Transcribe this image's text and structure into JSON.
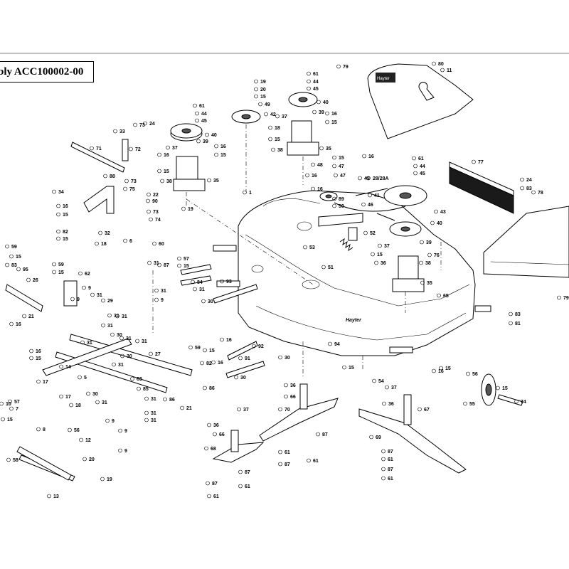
{
  "title": "bly ACC100002-00",
  "logo_text": "Hayter",
  "deck_badge_text": "Hayter",
  "labels": [
    {
      "id": "79a",
      "text": "79"
    },
    {
      "id": "80",
      "text": "80"
    },
    {
      "id": "11",
      "text": "11"
    },
    {
      "id": "19a",
      "text": "19"
    },
    {
      "id": "20a",
      "text": "20"
    },
    {
      "id": "15a",
      "text": "15"
    },
    {
      "id": "49a",
      "text": "49"
    },
    {
      "id": "42",
      "text": "42"
    },
    {
      "id": "61a",
      "text": "61"
    },
    {
      "id": "44a",
      "text": "44"
    },
    {
      "id": "45a",
      "text": "45"
    },
    {
      "id": "40a",
      "text": "40"
    },
    {
      "id": "37a",
      "text": "37"
    },
    {
      "id": "39a",
      "text": "39"
    },
    {
      "id": "16a",
      "text": "16"
    },
    {
      "id": "15b",
      "text": "15"
    },
    {
      "id": "18a",
      "text": "18"
    },
    {
      "id": "15c",
      "text": "15"
    },
    {
      "id": "38a",
      "text": "38"
    },
    {
      "id": "35a",
      "text": "35"
    },
    {
      "id": "61b",
      "text": "61"
    },
    {
      "id": "44b",
      "text": "44"
    },
    {
      "id": "45b",
      "text": "45"
    },
    {
      "id": "40b",
      "text": "40"
    },
    {
      "id": "37b",
      "text": "37"
    },
    {
      "id": "39b",
      "text": "39"
    },
    {
      "id": "16b",
      "text": "16"
    },
    {
      "id": "15d",
      "text": "15"
    },
    {
      "id": "16c",
      "text": "16"
    },
    {
      "id": "15e",
      "text": "15"
    },
    {
      "id": "38b",
      "text": "38"
    },
    {
      "id": "35b",
      "text": "35"
    },
    {
      "id": "19b",
      "text": "19"
    },
    {
      "id": "73a",
      "text": "73"
    },
    {
      "id": "24a",
      "text": "24"
    },
    {
      "id": "33",
      "text": "33"
    },
    {
      "id": "72",
      "text": "72"
    },
    {
      "id": "71",
      "text": "71"
    },
    {
      "id": "88",
      "text": "88"
    },
    {
      "id": "34",
      "text": "34"
    },
    {
      "id": "73b",
      "text": "73"
    },
    {
      "id": "75",
      "text": "75"
    },
    {
      "id": "22",
      "text": "22"
    },
    {
      "id": "90",
      "text": "90"
    },
    {
      "id": "73c",
      "text": "73"
    },
    {
      "id": "74a",
      "text": "74"
    },
    {
      "id": "16d",
      "text": "16"
    },
    {
      "id": "15f",
      "text": "15"
    },
    {
      "id": "82a",
      "text": "82"
    },
    {
      "id": "15g",
      "text": "15"
    },
    {
      "id": "32",
      "text": "32"
    },
    {
      "id": "6a",
      "text": "6"
    },
    {
      "id": "18b",
      "text": "18"
    },
    {
      "id": "15h",
      "text": "15"
    },
    {
      "id": "16e",
      "text": "16"
    },
    {
      "id": "48a",
      "text": "48"
    },
    {
      "id": "47a",
      "text": "47"
    },
    {
      "id": "49b",
      "text": "49"
    },
    {
      "id": "47b",
      "text": "47"
    },
    {
      "id": "16f",
      "text": "16"
    },
    {
      "id": "16g",
      "text": "16"
    },
    {
      "id": "61c",
      "text": "61"
    },
    {
      "id": "44c",
      "text": "44"
    },
    {
      "id": "45c",
      "text": "45"
    },
    {
      "id": "28",
      "text": "28/28A"
    },
    {
      "id": "41",
      "text": "41"
    },
    {
      "id": "77",
      "text": "77"
    },
    {
      "id": "24b",
      "text": "24"
    },
    {
      "id": "83a",
      "text": "83"
    },
    {
      "id": "78",
      "text": "78"
    },
    {
      "id": "1",
      "text": "1"
    },
    {
      "id": "89",
      "text": "89"
    },
    {
      "id": "50",
      "text": "50"
    },
    {
      "id": "46",
      "text": "46"
    },
    {
      "id": "43",
      "text": "43"
    },
    {
      "id": "40c",
      "text": "40"
    },
    {
      "id": "52",
      "text": "52"
    },
    {
      "id": "53",
      "text": "53"
    },
    {
      "id": "51",
      "text": "51"
    },
    {
      "id": "39c",
      "text": "39"
    },
    {
      "id": "37c",
      "text": "37"
    },
    {
      "id": "76",
      "text": "76"
    },
    {
      "id": "15i",
      "text": "15"
    },
    {
      "id": "36a",
      "text": "36"
    },
    {
      "id": "38c",
      "text": "38"
    },
    {
      "id": "35c",
      "text": "35"
    },
    {
      "id": "65",
      "text": "65"
    },
    {
      "id": "60",
      "text": "60"
    },
    {
      "id": "59a",
      "text": "59"
    },
    {
      "id": "15j",
      "text": "15"
    },
    {
      "id": "83b",
      "text": "83"
    },
    {
      "id": "95",
      "text": "95"
    },
    {
      "id": "59b",
      "text": "59"
    },
    {
      "id": "15k",
      "text": "15"
    },
    {
      "id": "26",
      "text": "26"
    },
    {
      "id": "62",
      "text": "62"
    },
    {
      "id": "21a",
      "text": "21"
    },
    {
      "id": "16h",
      "text": "16"
    },
    {
      "id": "31a",
      "text": "31"
    },
    {
      "id": "87a",
      "text": "87"
    },
    {
      "id": "57",
      "text": "57"
    },
    {
      "id": "15l",
      "text": "15"
    },
    {
      "id": "84",
      "text": "84"
    },
    {
      "id": "31b",
      "text": "31"
    },
    {
      "id": "9a",
      "text": "9"
    },
    {
      "id": "31c",
      "text": "31"
    },
    {
      "id": "30a",
      "text": "30"
    },
    {
      "id": "93",
      "text": "93"
    },
    {
      "id": "9b",
      "text": "9"
    },
    {
      "id": "31d",
      "text": "31"
    },
    {
      "id": "29",
      "text": "29"
    },
    {
      "id": "9c",
      "text": "9"
    },
    {
      "id": "31e",
      "text": "31"
    },
    {
      "id": "31f",
      "text": "31"
    },
    {
      "id": "31g",
      "text": "31"
    },
    {
      "id": "30b",
      "text": "30"
    },
    {
      "id": "31h",
      "text": "31"
    },
    {
      "id": "31i",
      "text": "31"
    },
    {
      "id": "31j",
      "text": "31"
    },
    {
      "id": "16i",
      "text": "16"
    },
    {
      "id": "15m",
      "text": "15"
    },
    {
      "id": "14",
      "text": "14"
    },
    {
      "id": "17a",
      "text": "17"
    },
    {
      "id": "5",
      "text": "5"
    },
    {
      "id": "30c",
      "text": "30"
    },
    {
      "id": "27",
      "text": "27"
    },
    {
      "id": "31k",
      "text": "31"
    },
    {
      "id": "16j",
      "text": "16"
    },
    {
      "id": "91",
      "text": "91"
    },
    {
      "id": "92",
      "text": "92"
    },
    {
      "id": "30d",
      "text": "30"
    },
    {
      "id": "94",
      "text": "94"
    },
    {
      "id": "59c",
      "text": "59"
    },
    {
      "id": "15n",
      "text": "15"
    },
    {
      "id": "16k",
      "text": "16"
    },
    {
      "id": "82b",
      "text": "82"
    },
    {
      "id": "30e",
      "text": "30"
    },
    {
      "id": "63",
      "text": "63"
    },
    {
      "id": "85",
      "text": "85"
    },
    {
      "id": "86",
      "text": "86"
    },
    {
      "id": "86b",
      "text": "86"
    },
    {
      "id": "21b",
      "text": "21"
    },
    {
      "id": "17b",
      "text": "17"
    },
    {
      "id": "18c",
      "text": "18"
    },
    {
      "id": "10",
      "text": "10"
    },
    {
      "id": "57b",
      "text": "57"
    },
    {
      "id": "7",
      "text": "7"
    },
    {
      "id": "15o",
      "text": "15"
    },
    {
      "id": "8",
      "text": "8"
    },
    {
      "id": "30f",
      "text": "30"
    },
    {
      "id": "31l",
      "text": "31"
    },
    {
      "id": "31m",
      "text": "31"
    },
    {
      "id": "31n",
      "text": "31"
    },
    {
      "id": "31o",
      "text": "31"
    },
    {
      "id": "9d",
      "text": "9"
    },
    {
      "id": "9e",
      "text": "9"
    },
    {
      "id": "56",
      "text": "56"
    },
    {
      "id": "12",
      "text": "12"
    },
    {
      "id": "58",
      "text": "58"
    },
    {
      "id": "13",
      "text": "13"
    },
    {
      "id": "20b",
      "text": "20"
    },
    {
      "id": "19c",
      "text": "19"
    },
    {
      "id": "9f",
      "text": "9"
    },
    {
      "id": "15p",
      "text": "15"
    },
    {
      "id": "54",
      "text": "54"
    },
    {
      "id": "37d",
      "text": "37"
    },
    {
      "id": "36b",
      "text": "36"
    },
    {
      "id": "67",
      "text": "67"
    },
    {
      "id": "69",
      "text": "69"
    },
    {
      "id": "87b",
      "text": "87"
    },
    {
      "id": "61d",
      "text": "61"
    },
    {
      "id": "87c",
      "text": "87"
    },
    {
      "id": "61e",
      "text": "61"
    },
    {
      "id": "36c",
      "text": "36"
    },
    {
      "id": "66a",
      "text": "66"
    },
    {
      "id": "70",
      "text": "70"
    },
    {
      "id": "87d",
      "text": "87"
    },
    {
      "id": "61f",
      "text": "61"
    },
    {
      "id": "87e",
      "text": "87"
    },
    {
      "id": "61g",
      "text": "61"
    },
    {
      "id": "37e",
      "text": "37"
    },
    {
      "id": "36d",
      "text": "36"
    },
    {
      "id": "66b",
      "text": "66"
    },
    {
      "id": "68",
      "text": "68"
    },
    {
      "id": "87f",
      "text": "87"
    },
    {
      "id": "61h",
      "text": "61"
    },
    {
      "id": "87g",
      "text": "87"
    },
    {
      "id": "61i",
      "text": "61"
    },
    {
      "id": "16l",
      "text": "16"
    },
    {
      "id": "15q",
      "text": "15"
    },
    {
      "id": "56b",
      "text": "56"
    },
    {
      "id": "55",
      "text": "55"
    },
    {
      "id": "15r",
      "text": "15"
    },
    {
      "id": "74b",
      "text": "74"
    },
    {
      "id": "83c",
      "text": "83"
    },
    {
      "id": "81",
      "text": "81"
    },
    {
      "id": "79b",
      "text": "79"
    }
  ]
}
